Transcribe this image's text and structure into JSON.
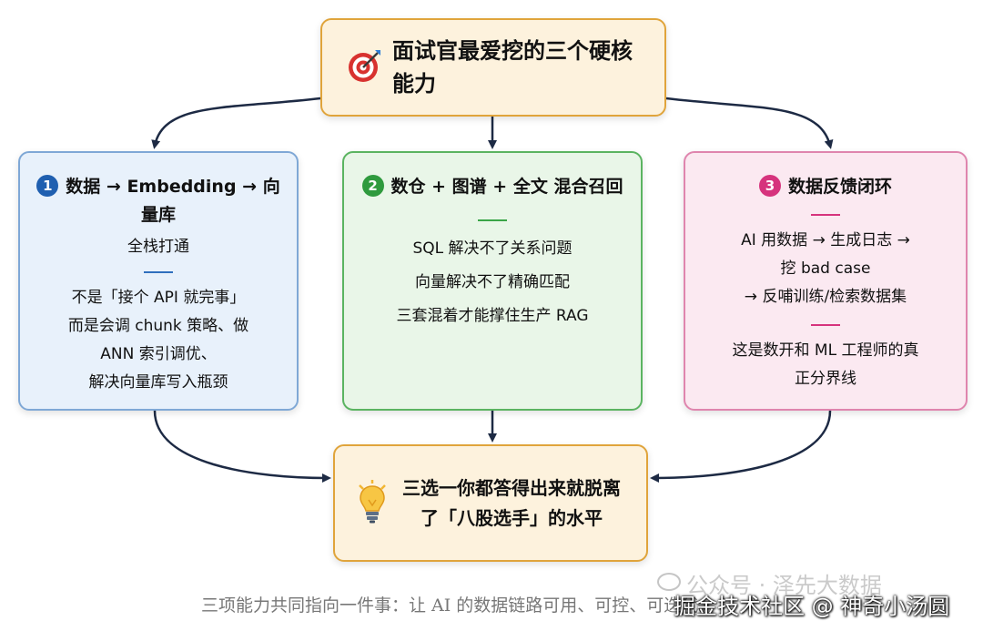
{
  "top": {
    "title": "面试官最爱挖的三个硬核能力",
    "icon": "target-dart-icon"
  },
  "cards": [
    {
      "num": "1",
      "title": "数据 → Embedding → 向量库",
      "subtitle": "全栈打通",
      "lines": [
        "不是「接个 API 就完事」",
        "而是会调 chunk 策略、做",
        "ANN 索引调优、",
        "解决向量库写入瓶颈"
      ]
    },
    {
      "num": "2",
      "title": "数仓 + 图谱 + 全文 混合召回",
      "subtitle": "",
      "lines": [
        "SQL 解决不了关系问题",
        "向量解决不了精确匹配",
        "三套混着才能撑住生产 RAG"
      ]
    },
    {
      "num": "3",
      "title": "数据反馈闭环",
      "subtitle": "",
      "lines": [
        "AI 用数据 → 生成日志 →",
        "挖 bad case",
        "→ 反哺训练/检索数据集"
      ],
      "lines2": [
        "这是数开和 ML 工程师的真",
        "正分界线"
      ]
    }
  ],
  "bottom": {
    "title": "三选一你都答得出来就脱离了「八股选手」的水平",
    "icon": "lightbulb-icon"
  },
  "caption": "三项能力共同指向一件事：让 AI 的数据链路可用、可控、可迭代。",
  "watermarks": {
    "wechat": "公众号 · 泽先大数据",
    "site": "掘金技术社区 @ 神奇小汤圆"
  },
  "colors": {
    "blue": "#1f5fb0",
    "green": "#2f9a3e",
    "pink": "#d6337d",
    "orange": "#e0a43b"
  }
}
